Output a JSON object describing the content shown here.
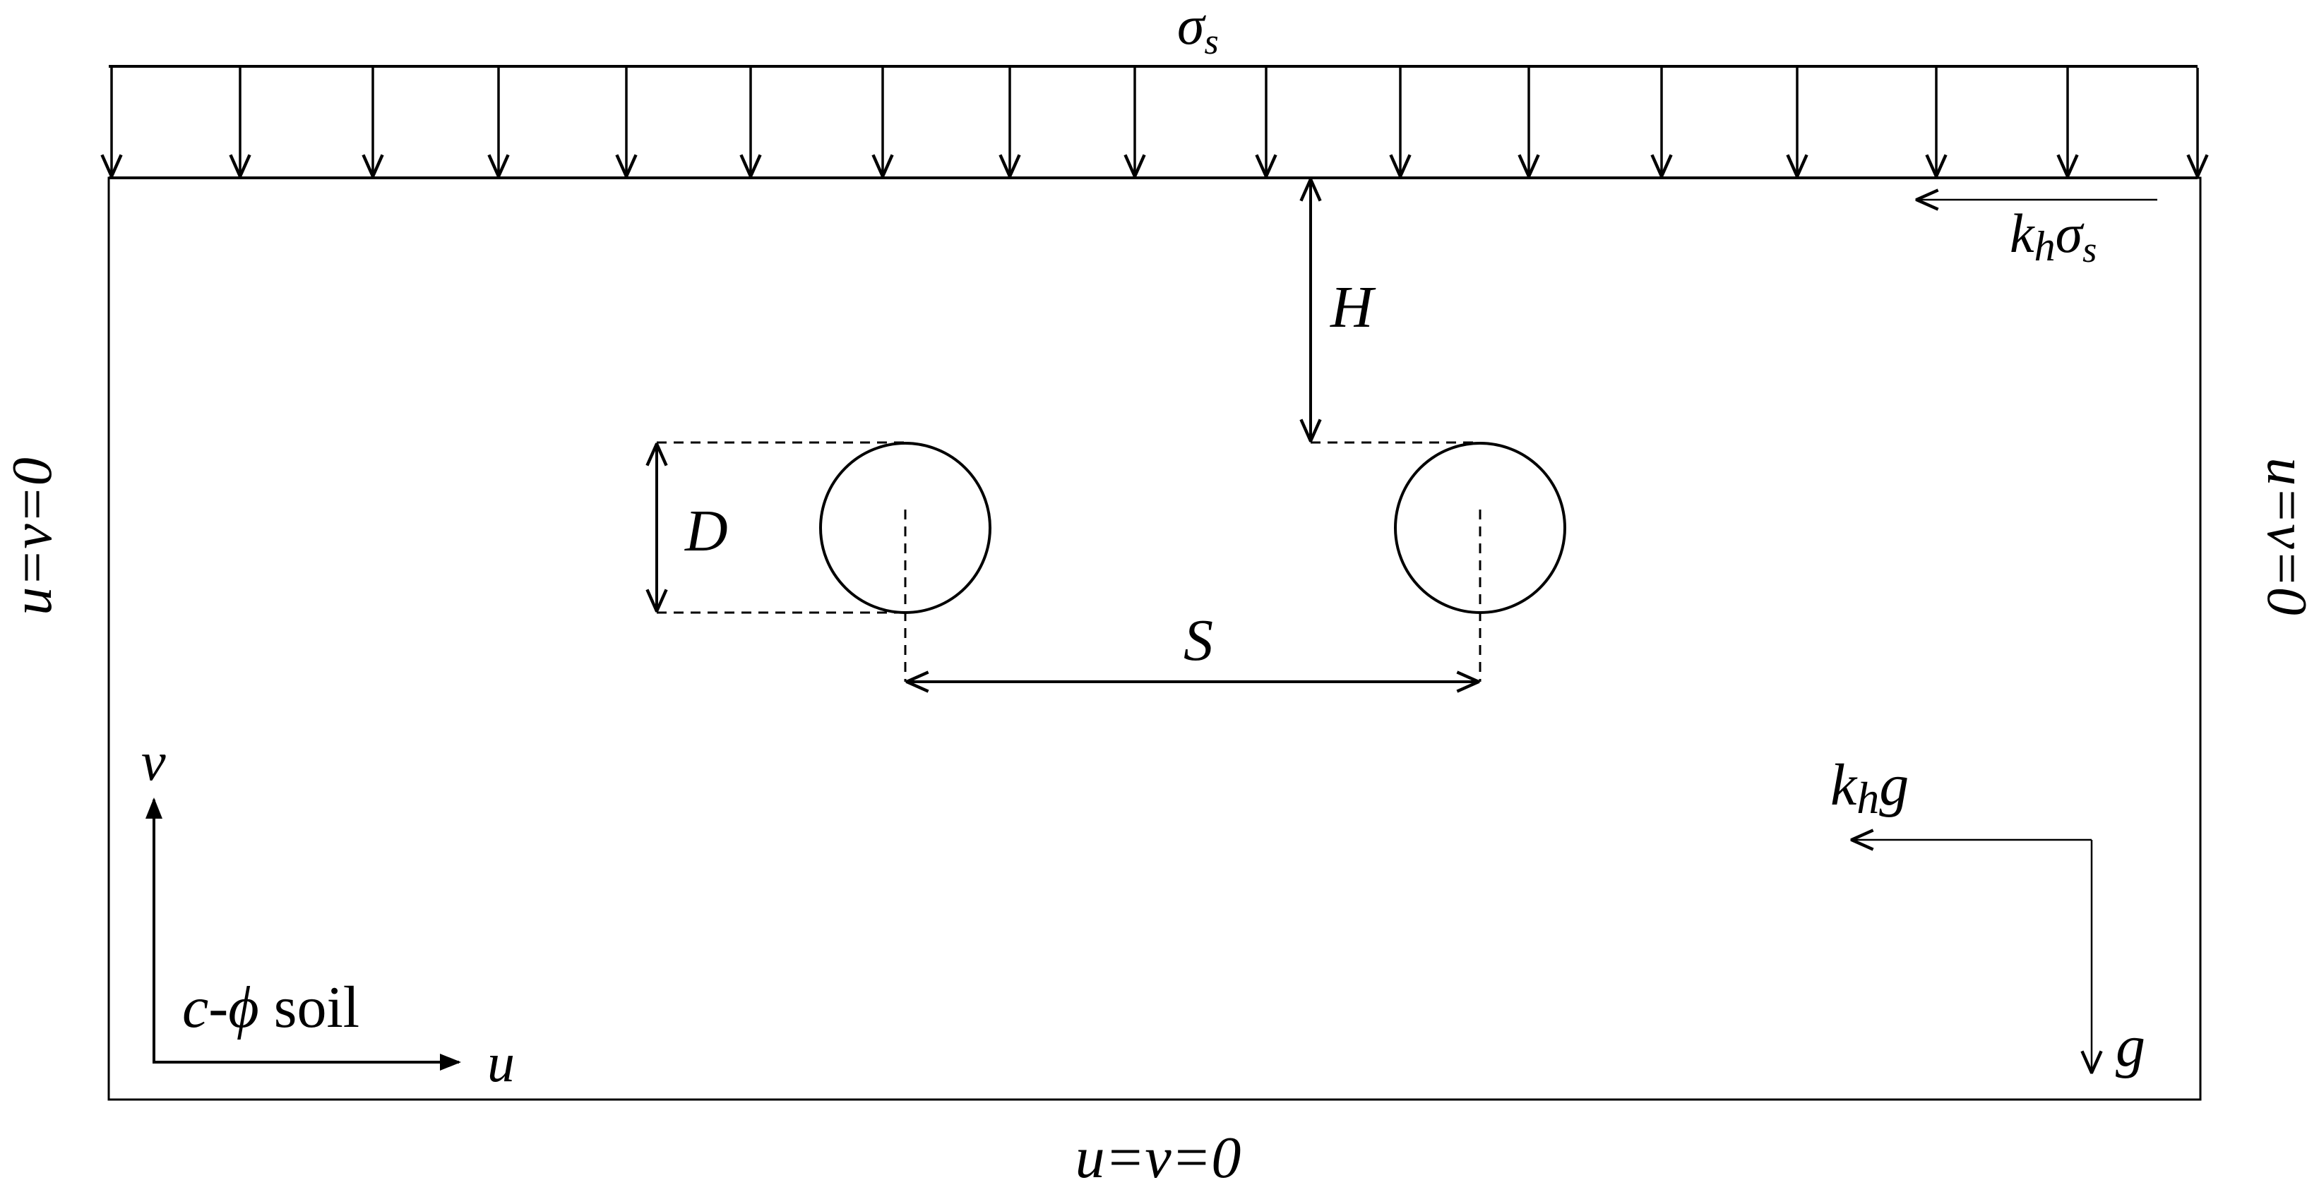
{
  "surcharge": {
    "symbol": "σ",
    "sub": "s"
  },
  "seismic_surcharge": {
    "k": "k",
    "k_sub": "h",
    "symbol": "σ",
    "sub": "s"
  },
  "dimensions": {
    "H": "H",
    "D": "D",
    "S": "S"
  },
  "boundary": {
    "left": "u=v=0",
    "right": "u=v=0",
    "bottom": "u=v=0"
  },
  "axes": {
    "u": "u",
    "v": "v"
  },
  "soil": {
    "c": "c",
    "dash": "-",
    "phi": "ϕ",
    "word": " soil"
  },
  "body_force": {
    "k": "k",
    "k_sub": "h",
    "g": "g",
    "g_down": "g"
  },
  "colors": {
    "ink": "#000000",
    "background": "#ffffff"
  }
}
